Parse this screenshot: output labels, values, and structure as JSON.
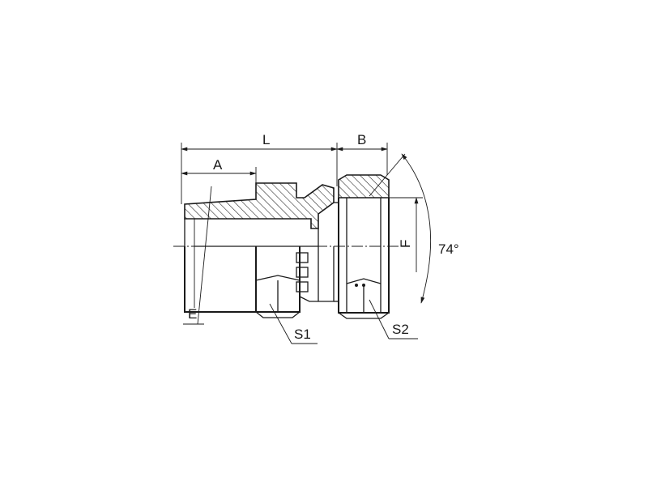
{
  "diagram": {
    "labels": {
      "L": "L",
      "A": "A",
      "B": "B",
      "F": "F",
      "E": "E",
      "S1": "S1",
      "S2": "S2",
      "angle": "74°"
    },
    "colors": {
      "ink": "#1a1a1a",
      "background": "#ffffff"
    }
  }
}
